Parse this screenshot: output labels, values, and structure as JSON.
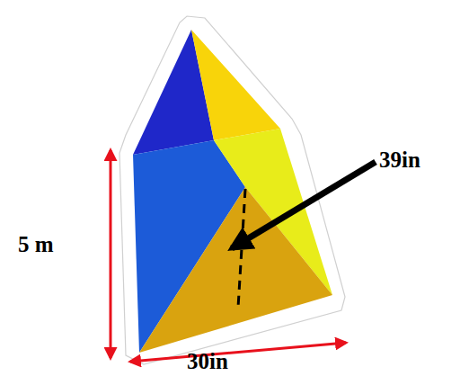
{
  "diagram": {
    "labels": [
      "39in",
      "5 m",
      "30in"
    ]
  }
}
